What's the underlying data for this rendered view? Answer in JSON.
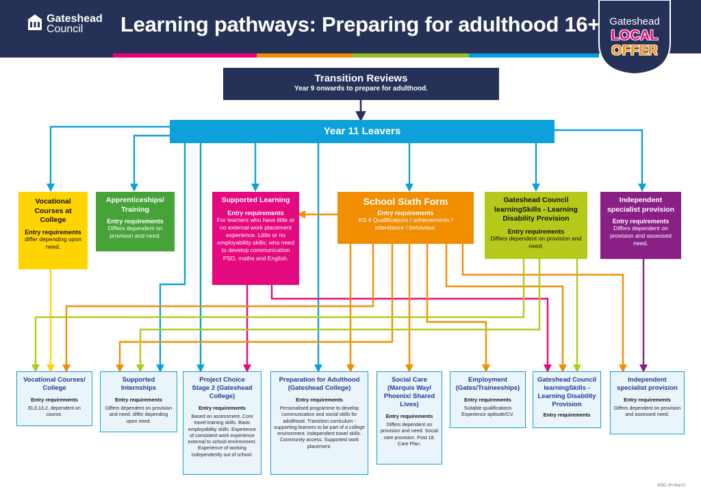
{
  "header": {
    "council_name_line1": "Gateshead",
    "council_name_line2": "Council",
    "title": "Learning pathways: Preparing for adulthood 16+",
    "badge_line1": "Gateshead",
    "badge_word1": "LOCAL",
    "badge_word2": "OFFER",
    "stripe_colors": [
      "#e6007e",
      "#f18e00",
      "#93c01f",
      "#00a0e3",
      "#263157"
    ],
    "icon": "building-icon"
  },
  "transition": {
    "title": "Transition Reviews",
    "subtitle": "Year 9 onwards to prepare for adulthood."
  },
  "leavers": {
    "title": "Year 11 Leavers"
  },
  "middle": {
    "vocational": {
      "title": "Vocational Courses at College",
      "req": "Entry requirements",
      "desc": "differ depending upon need."
    },
    "apprenticeships": {
      "title": "Apprenticeships/ Training",
      "req": "Entry requirements",
      "desc": "Differs dependent on provision and need."
    },
    "supported_learning": {
      "title": "Supported Learning",
      "req": "Entry requirements",
      "desc": "For learners who have little or no external work placement experience. Little or no employability skills; who need to develop communication PSD, maths and English."
    },
    "sixth_form": {
      "title": "School Sixth Form",
      "req": "Entry requirements",
      "desc": "KS 4 Qualifications / achievements / attendance / behaviour."
    },
    "learning_skills": {
      "title": "Gateshead Council learningSkills - Learning Disability Provision",
      "req": "Entry requirements",
      "desc": "Differs dependent on provision and need."
    },
    "independent": {
      "title": "Independent specialist provision",
      "req": "Entry requirements",
      "desc": "Differs dependent on provision and assessed need."
    }
  },
  "bottom": {
    "vocational": {
      "title": "Vocational Courses/ College",
      "req": "Entry requirements",
      "desc": "EL/L1/L2, dependent on course."
    },
    "internships": {
      "title": "Supported Internships",
      "req": "Entry requirements",
      "desc": "Differs dependent on provision and need. differ depending upon need."
    },
    "project_choice": {
      "title": "Project Choice Stage 2 (Gateshead College)",
      "req": "Entry requirements",
      "desc": "Based on assessment. Core travel training skills. Basic employability skills. Experience of consistent work experience external to school environment. Experience of working independently out of school."
    },
    "preparation": {
      "title": "Preparation for Adulthood (Gateshead College)",
      "req": "Entry requirements",
      "desc": "Personalised programme to develop communication and social skills for adulthood. Transition curriculum - supporting learners to be part of a college environment. Independent travel skills. Community access. Supported work placement."
    },
    "social_care": {
      "title": "Social Care (Marquis Way/ Phoenix/ Shared Lives)",
      "req": "Entry requirements",
      "desc": "Differs dependent on provision and need. Social care provision. Post 18. Care Plan."
    },
    "employment": {
      "title": "Employment (Gates/Traineeships)",
      "req": "Entry requirements",
      "desc": "Suitable qualifications Experience aptitude/CV."
    },
    "learning_skills": {
      "title": "Gateshead Council learningSkills - Learning Disability Provision",
      "req": "Entry requirements",
      "desc": ""
    },
    "independent": {
      "title": "Independent specialist provision",
      "req": "Entry requirements",
      "desc": "Differs dependent on provision and assessed need."
    }
  },
  "colors": {
    "navy": "#263157",
    "blue": "#0ea0dc",
    "yellow": "#ffd400",
    "green": "#45a338",
    "magenta": "#e5097f",
    "orange": "#f18e00",
    "lime": "#b5c91a",
    "purple": "#8a1f86"
  },
  "footer": {
    "ref": "4082-JH-Mar22"
  }
}
